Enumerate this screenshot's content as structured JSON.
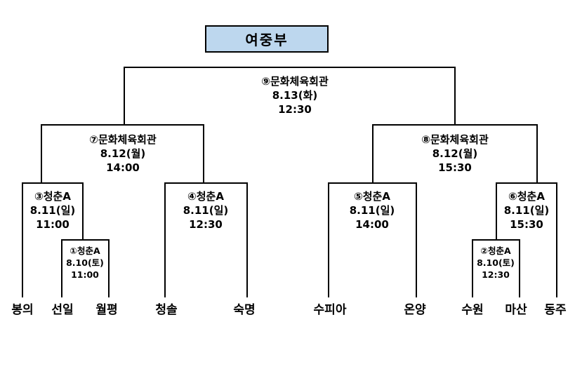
{
  "title": "여중부",
  "colors": {
    "title_box_fill": "#BDD7EE",
    "line_color": "#000000",
    "text_color": "#000000"
  },
  "matches": {
    "m1": {
      "label": "①청춘A",
      "date": "8.10(토)",
      "time": "11:00"
    },
    "m2": {
      "label": "②청춘A",
      "date": "8.10(토)",
      "time": "12:30"
    },
    "m3": {
      "label": "③청춘A",
      "date": "8.11(일)",
      "time": "11:00"
    },
    "m4": {
      "label": "④청춘A",
      "date": "8.11(일)",
      "time": "12:30"
    },
    "m5": {
      "label": "⑤청춘A",
      "date": "8.11(일)",
      "time": "14:00"
    },
    "m6": {
      "label": "⑥청춘A",
      "date": "8.11(일)",
      "time": "15:30"
    },
    "m7": {
      "label": "⑦문화체육회관",
      "date": "8.12(월)",
      "time": "14:00"
    },
    "m8": {
      "label": "⑧문화체육회관",
      "date": "8.12(월)",
      "time": "15:30"
    },
    "m9": {
      "label": "⑨문화체육회관",
      "date": "8.13(화)",
      "time": "12:30"
    }
  },
  "teams": [
    "봉의",
    "선일",
    "월평",
    "청솔",
    "숙명",
    "수피아",
    "온양",
    "수원",
    "마산",
    "동주"
  ]
}
